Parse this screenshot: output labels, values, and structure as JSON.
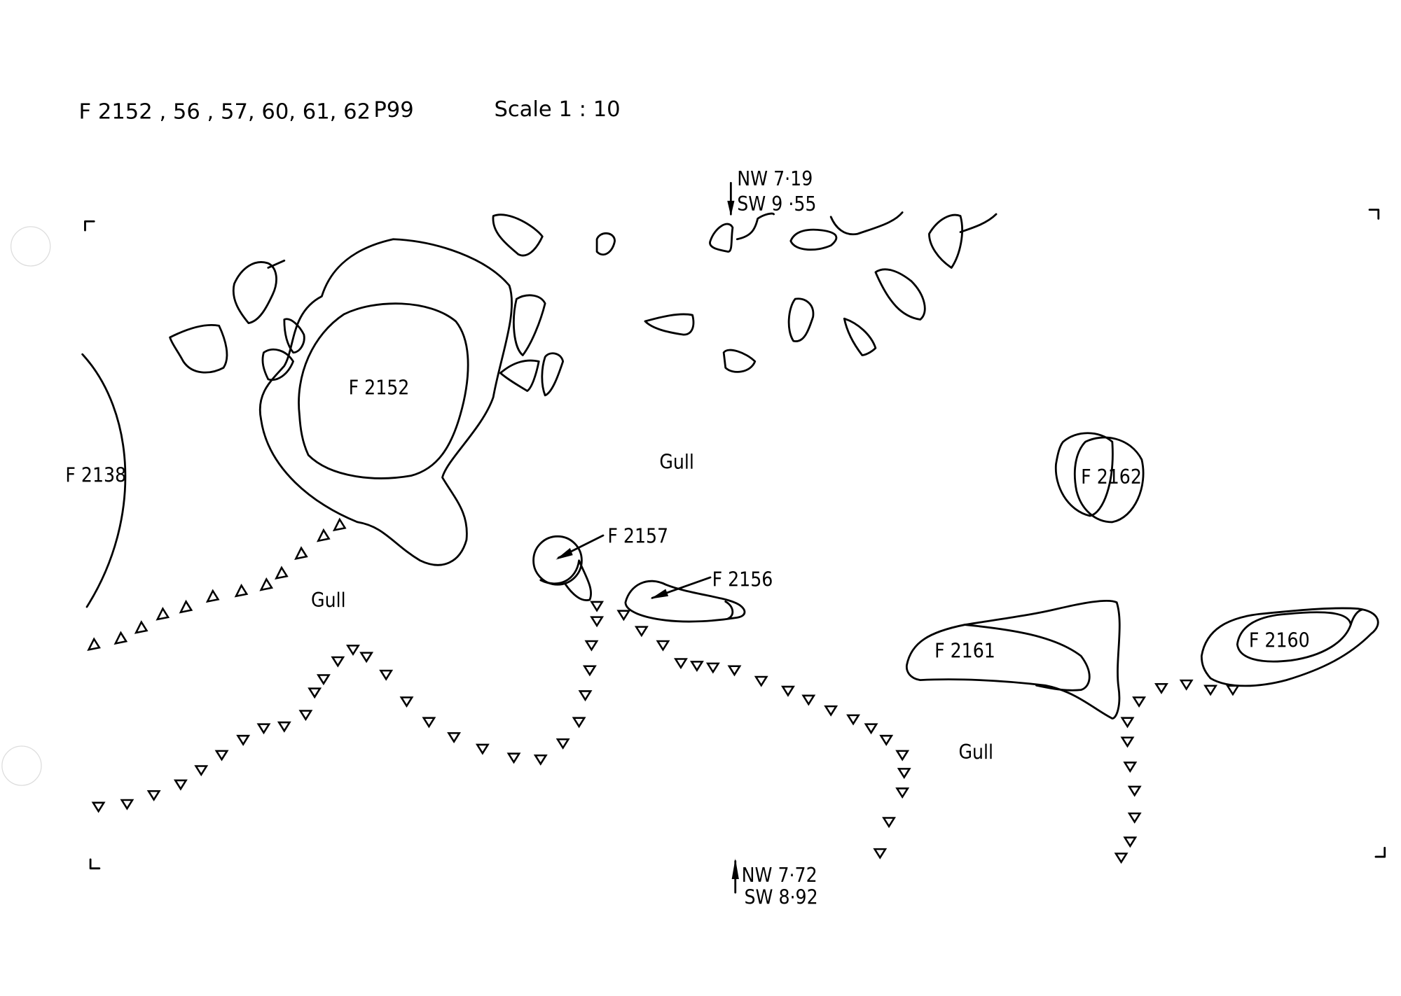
{
  "header": {
    "features": "F 2152 , 56 , 57, 60, 61, 62",
    "plan": "P99",
    "scale": "Scale  1 : 10"
  },
  "datum_top": {
    "nw": "NW  7·19",
    "sw": "SW  9 ·55"
  },
  "datum_bottom": {
    "nw": "NW  7·72",
    "sw": "SW 8·92"
  },
  "features": {
    "f2152": "F 2152",
    "f2138": "F 2138",
    "f2157": "F 2157",
    "f2156": "F 2156",
    "f2162": "F 2162",
    "f2161": "F 2161",
    "f2160": "F 2160"
  },
  "gull_labels": [
    "Gull",
    "Gull",
    "Gull"
  ],
  "colors": {
    "ink": "#000000",
    "paper": "#ffffff"
  }
}
